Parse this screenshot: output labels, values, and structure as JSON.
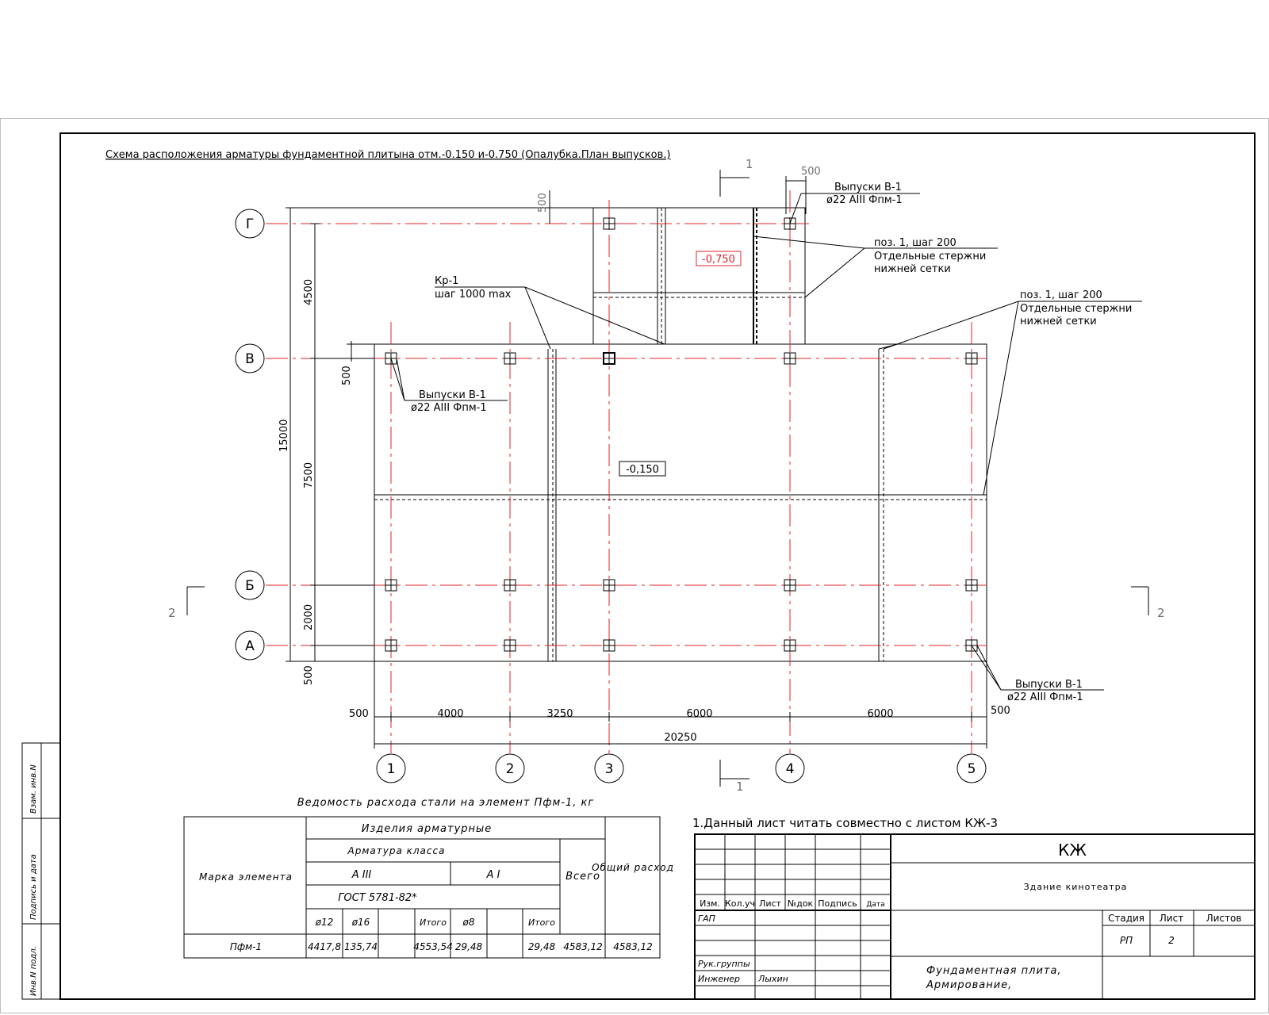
{
  "title": "Схема расположения арматуры фундаментной плитына отм.-0.150 и-0.750 (Опалубка.План выпусков.)",
  "section_labels": {
    "s1_top": "1",
    "s1_bottom": "1",
    "s2_left": "2",
    "s2_right": "2"
  },
  "axes_rows": [
    "Г",
    "В",
    "Б",
    "А"
  ],
  "axes_cols": [
    "1",
    "2",
    "3",
    "4",
    "5"
  ],
  "elevations": {
    "upper": "-0,750",
    "lower": "-0,150"
  },
  "dims_vertical": {
    "total": "15000",
    "d4500": "4500",
    "d7500": "7500",
    "d2000": "2000",
    "d500_b": "500",
    "d500_v": "500",
    "d500_top": "500"
  },
  "dims_horizontal": {
    "left500": "500",
    "d4000": "4000",
    "d3250": "3250",
    "d6000a": "6000",
    "d6000b": "6000",
    "right500": "500",
    "total": "20250",
    "top500": "500"
  },
  "callouts": {
    "release_top": {
      "line1": "Выпуски В-1",
      "line2": "ø22 AIII   Фпм-1"
    },
    "release_left": {
      "line1": "Выпуски В-1",
      "line2": "ø22 AIII   Фпм-1"
    },
    "release_right": {
      "line1": "Выпуски В-1",
      "line2": "ø22 AIII   Фпм-1"
    },
    "kr": {
      "line1": "Кр-1",
      "line2": "шаг 1000 max"
    },
    "poz_top": {
      "line1": "поз. 1, шаг 200",
      "line2": "Отдельные стержни",
      "line3": "нижней сетки"
    },
    "poz_right": {
      "line1": "поз. 1, шаг 200",
      "line2": "Отдельные стержни",
      "line3": "нижней сетки"
    }
  },
  "steel_table": {
    "caption": "Ведомость расхода стали на элемент Пфм-1, кг",
    "col_element": "Марка элемента",
    "group": "Изделия арматурные",
    "subgroup": "Арматура класса",
    "class_a3": "А III",
    "class_a1": "А I",
    "gost": "ГОСТ 5781-82*",
    "col_total": "Всего",
    "col_general": "Общий расход",
    "subcols": [
      "ø12",
      "ø16",
      "",
      "Итого",
      "ø8",
      "",
      "Итого"
    ],
    "row": {
      "mark": "Пфм-1",
      "c1": "4417,8",
      "c2": "135,74",
      "c3": "",
      "c4": "4553,54",
      "c5": "29,48",
      "c6": "",
      "c7": "29,48",
      "total": "4583,12",
      "general": "4583,12"
    }
  },
  "note": "1.Данный лист читать совместно с листом КЖ-3",
  "stamp": {
    "code": "КЖ",
    "building": "Здание кинотеатра",
    "headers": [
      "Изм.",
      "Кол.уч",
      "Лист",
      "№док",
      "Подпись",
      "Дата"
    ],
    "gap": "ГАП",
    "stage_label": "Стадия",
    "sheet_label": "Лист",
    "sheets_label": "Листов",
    "stage": "РП",
    "sheet": "2",
    "sheets": "",
    "group_head": "Рук.группы",
    "engineer": "Инженер",
    "engineer_name": "Лыхин",
    "title_line1": "Фундаментная плита,",
    "title_line2": "Армирование,"
  },
  "side_stamp": [
    "Инв.N подл.",
    "Подпись и дата",
    "Взам. инв.N"
  ]
}
